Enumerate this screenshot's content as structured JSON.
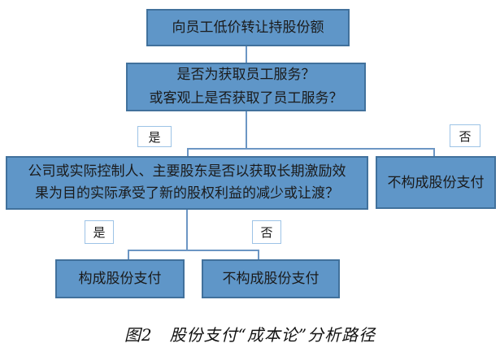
{
  "colors": {
    "node_fill": "#5F96C8",
    "node_border": "#41719C",
    "label_fill": "#FFFFFF",
    "label_border": "#9DC3E6",
    "connector": "#6C96C4",
    "text": "#1A1A1A",
    "background": "#FFFFFF"
  },
  "nodes": {
    "start": "向员工低价转让持股份额",
    "question_service_line1": "是否为获取员工服务？",
    "question_service_line2": "或客观上是否获取了员工服务？",
    "question_cost_line1": "公司或实际控制人、主要股东是否以获取长期激励效",
    "question_cost_line2": "果为目的实际承受了新的股权利益的减少或让渡？",
    "no_payment_right": "不构成股份支付",
    "payment": "构成股份支付",
    "no_payment_bottom": "不构成股份支付"
  },
  "branches": {
    "service_yes": "是",
    "service_no": "否",
    "cost_yes": "是",
    "cost_no": "否"
  },
  "caption": "图2　股份支付“成本论”分析路径"
}
